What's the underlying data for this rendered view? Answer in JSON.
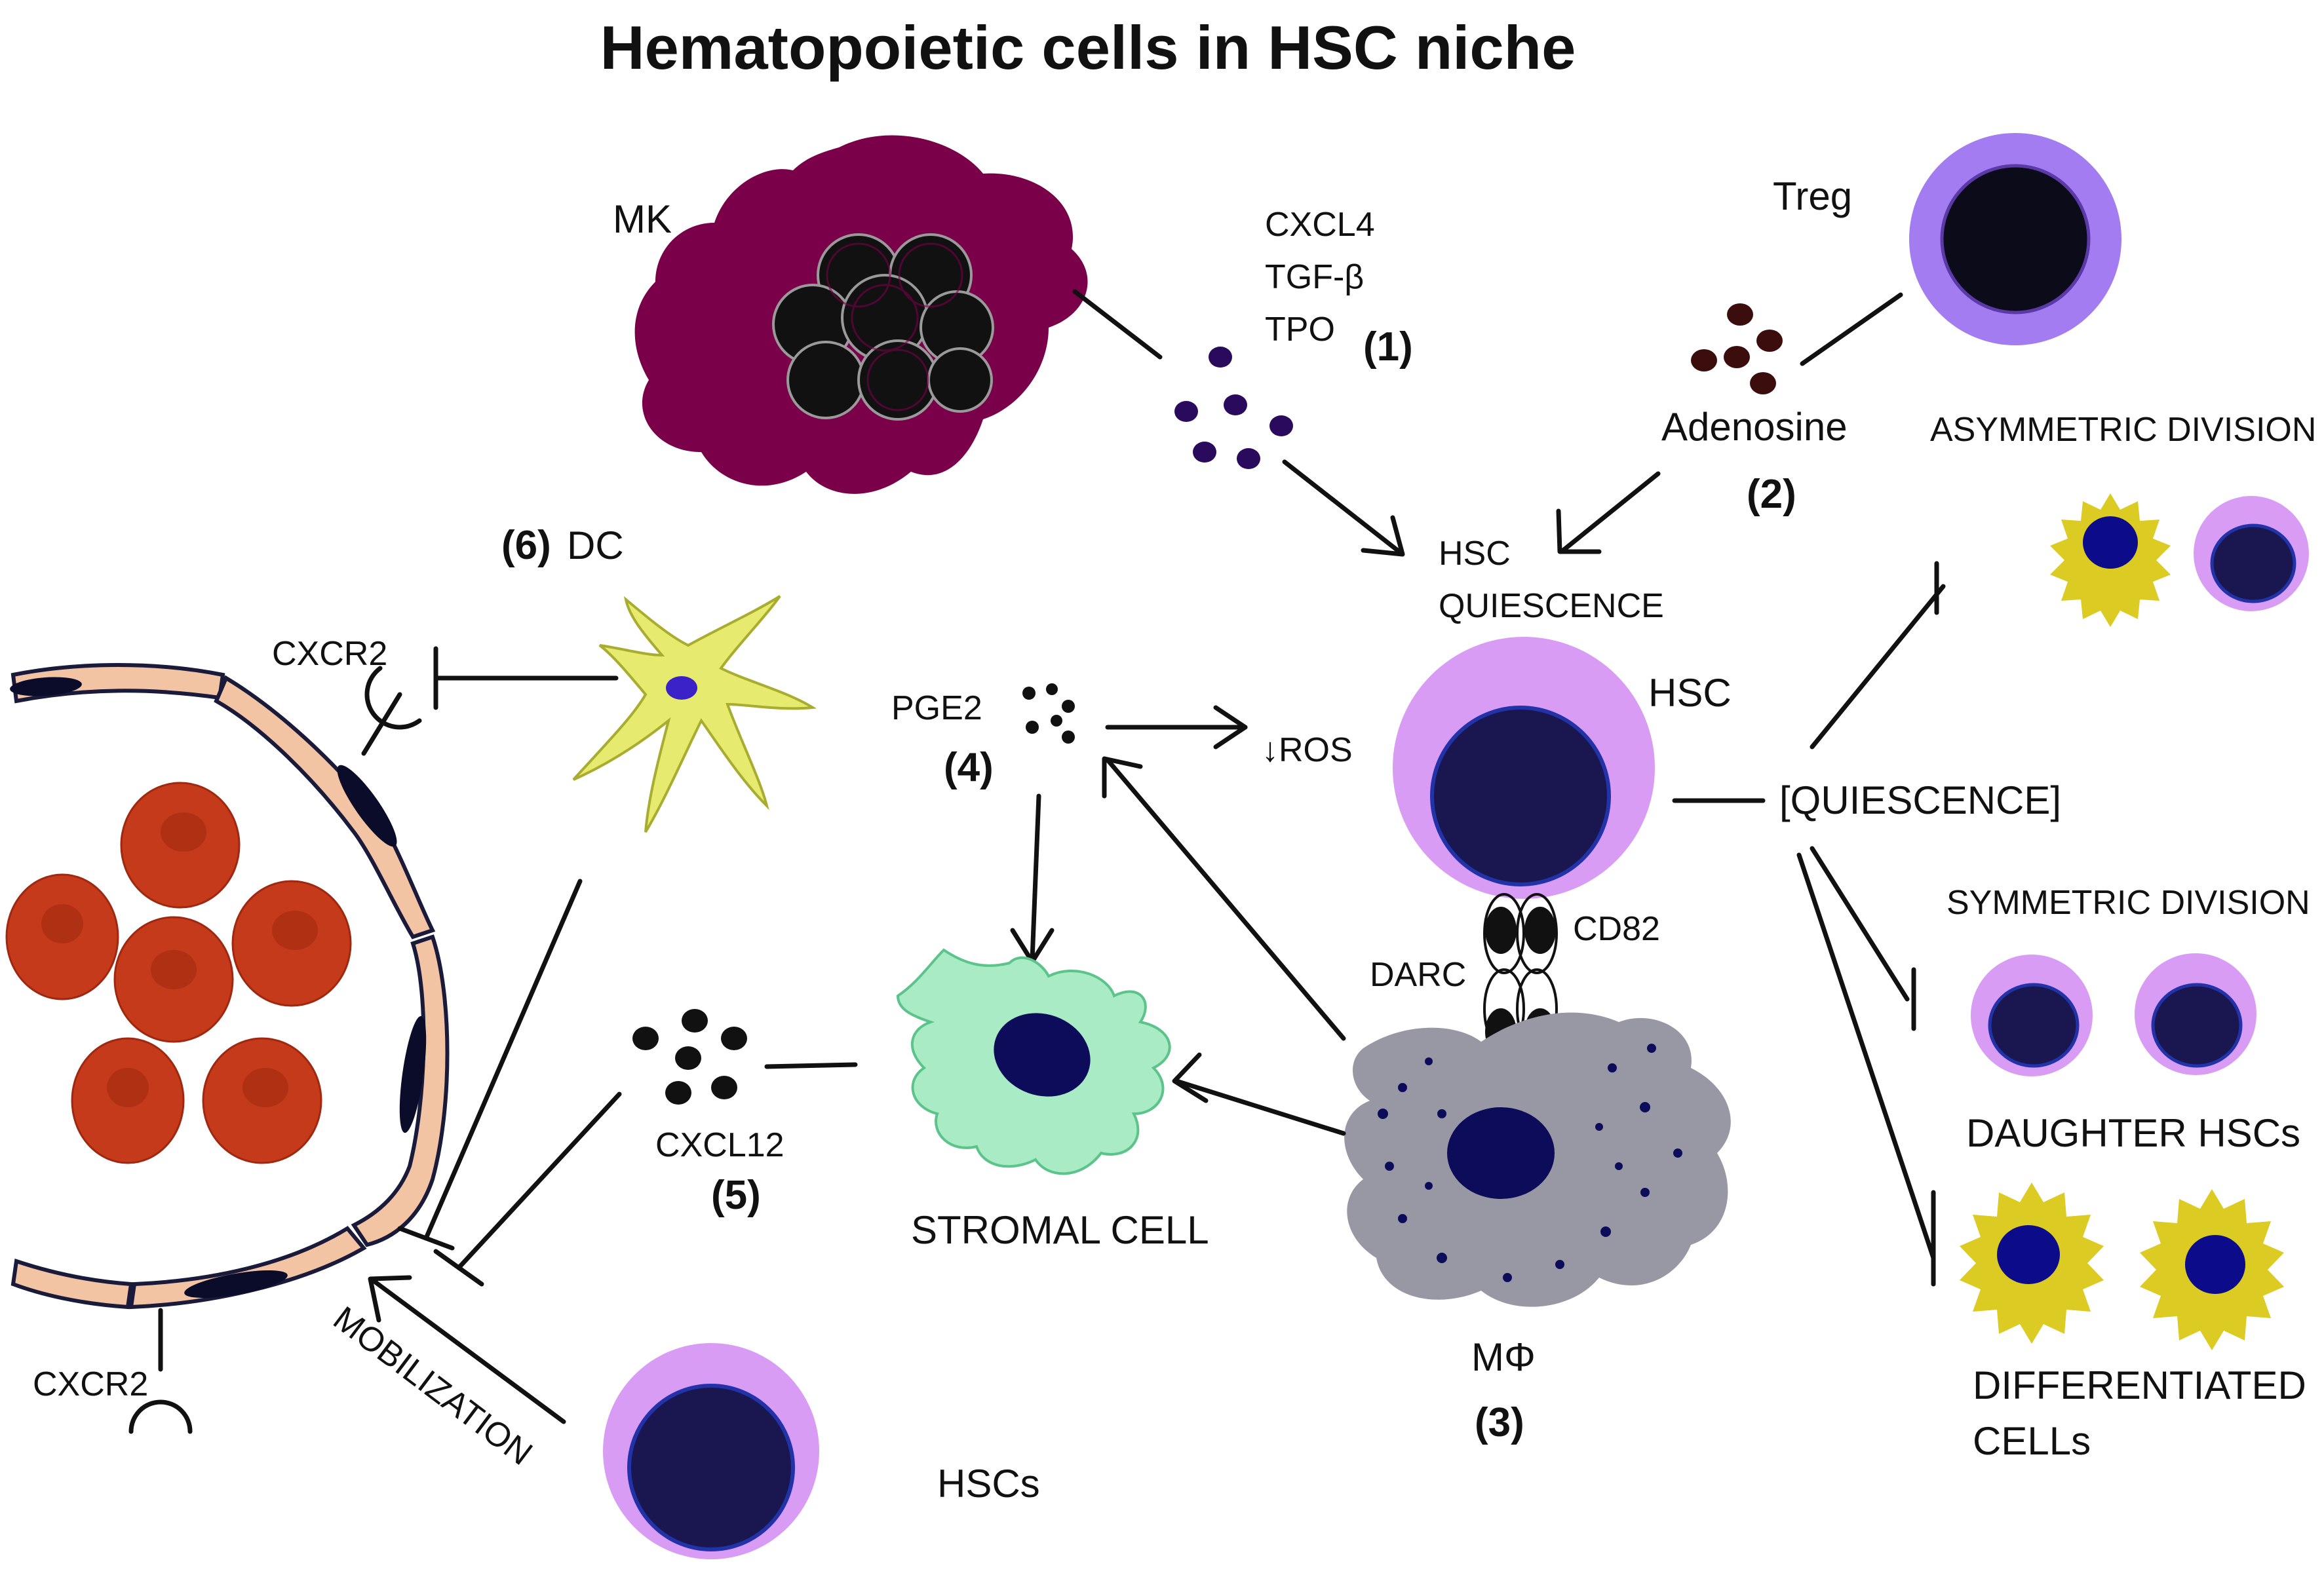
{
  "title": "Hematopoietic cells in HSC niche",
  "labels": {
    "mk": "MK",
    "cxcl4": "CXCL4",
    "tgfb": "TGF-β",
    "tpo": "TPO",
    "num1": "(1)",
    "treg": "Treg",
    "adenosine": "Adenosine",
    "num2": "(2)",
    "hsc_quiescence_1": "HSC",
    "hsc_quiescence_2": "QUIESCENCE",
    "num6": "(6)",
    "dc": "DC",
    "cxcr2_top": "CXCR2",
    "cxcr2_bottom": "CXCR2",
    "pge2": "PGE2",
    "num4": "(4)",
    "ros": "↓ROS",
    "hsc": "HSC",
    "quiescence_bracket": "[QUIESCENCE]",
    "cd82": "CD82",
    "darc": "DARC",
    "cxcl12": "CXCL12",
    "num5": "(5)",
    "stromal_cell": "STROMAL CELL",
    "macrophage": "MΦ",
    "num3": "(3)",
    "mobilization": "MOBILIZATION",
    "hscs": "HSCs",
    "asymmetric_division": "ASYMMETRIC DIVISION",
    "symmetric_division": "SYMMETRIC DIVISION",
    "daughter_hscs": "DAUGHTER HSCs",
    "differentiated_1": "DIFFERENTIATED",
    "differentiated_2": "CELLs"
  },
  "colors": {
    "mk_body": "#7a0049",
    "mk_nuclei": "#111111",
    "mk_dots": "#2a0a5c",
    "adenosine_dots": "#3b0d0d",
    "treg_membrane": "#a27cf0",
    "treg_nucleus": "#0b0b1a",
    "hsc_membrane": "#d99cf4",
    "hsc_nucleus": "#1a1750",
    "hsc_nucleus_rim": "#2233aa",
    "dc_body": "#e6ea6e",
    "dc_nucleus": "#3a22c8",
    "stromal_body": "#a8ebc4",
    "stromal_nucleus": "#0c0c5a",
    "macrophage_body": "#9898a4",
    "macrophage_nucleus": "#0c0c5a",
    "rbc": "#c43a1a",
    "rbc_center": "#a02810",
    "endothelial": "#f2c4a4",
    "endothelial_nucleus": "#0b0b2a",
    "differentiated_body": "#dccb22",
    "differentiated_nucleus": "#0c0c8a",
    "receptor": "#111111"
  }
}
